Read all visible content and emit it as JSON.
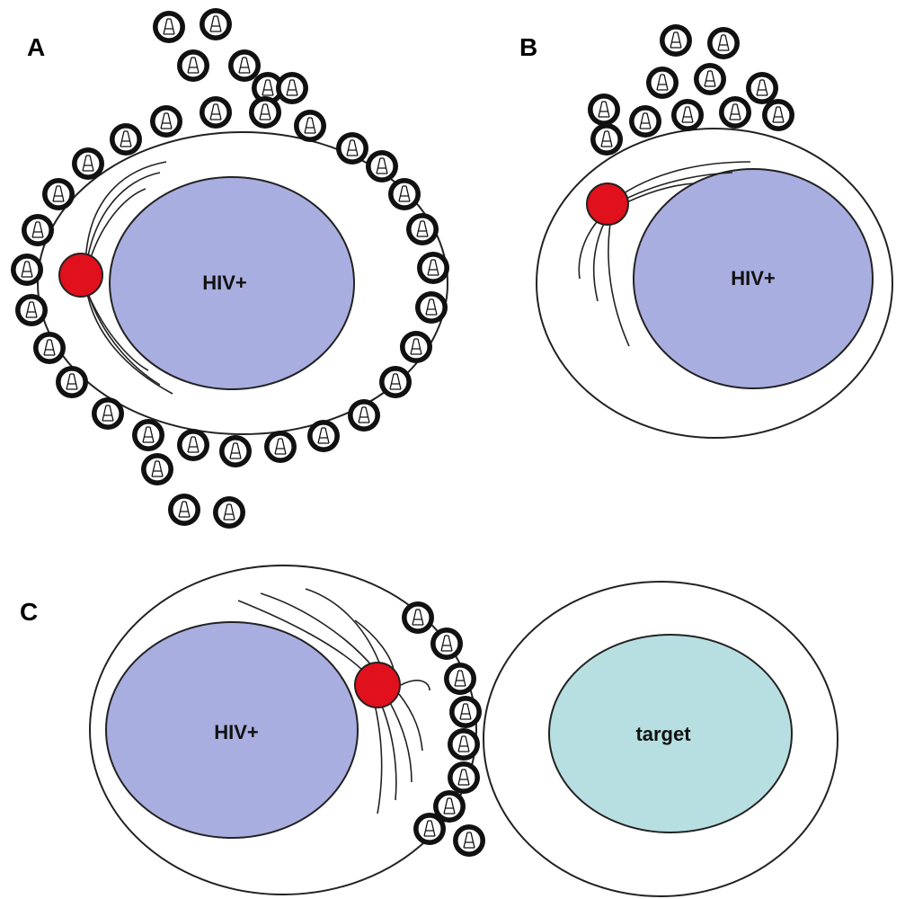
{
  "panels": [
    {
      "id": "A",
      "label": "A",
      "nucleus_label": "HIV+"
    },
    {
      "id": "B",
      "label": "B",
      "nucleus_label": "HIV+"
    },
    {
      "id": "C",
      "label": "C",
      "nucleus_label": "HIV+",
      "target_label": "target"
    }
  ],
  "colors": {
    "hiv_nucleus": "#a9aee0",
    "target_nucleus": "#b7dfe1",
    "mtoc": "#e0101c",
    "outline": "#222222",
    "virion": "#111111"
  },
  "icons": {
    "virion": "hiv-virion-icon",
    "mtoc": "mtoc-dot"
  }
}
